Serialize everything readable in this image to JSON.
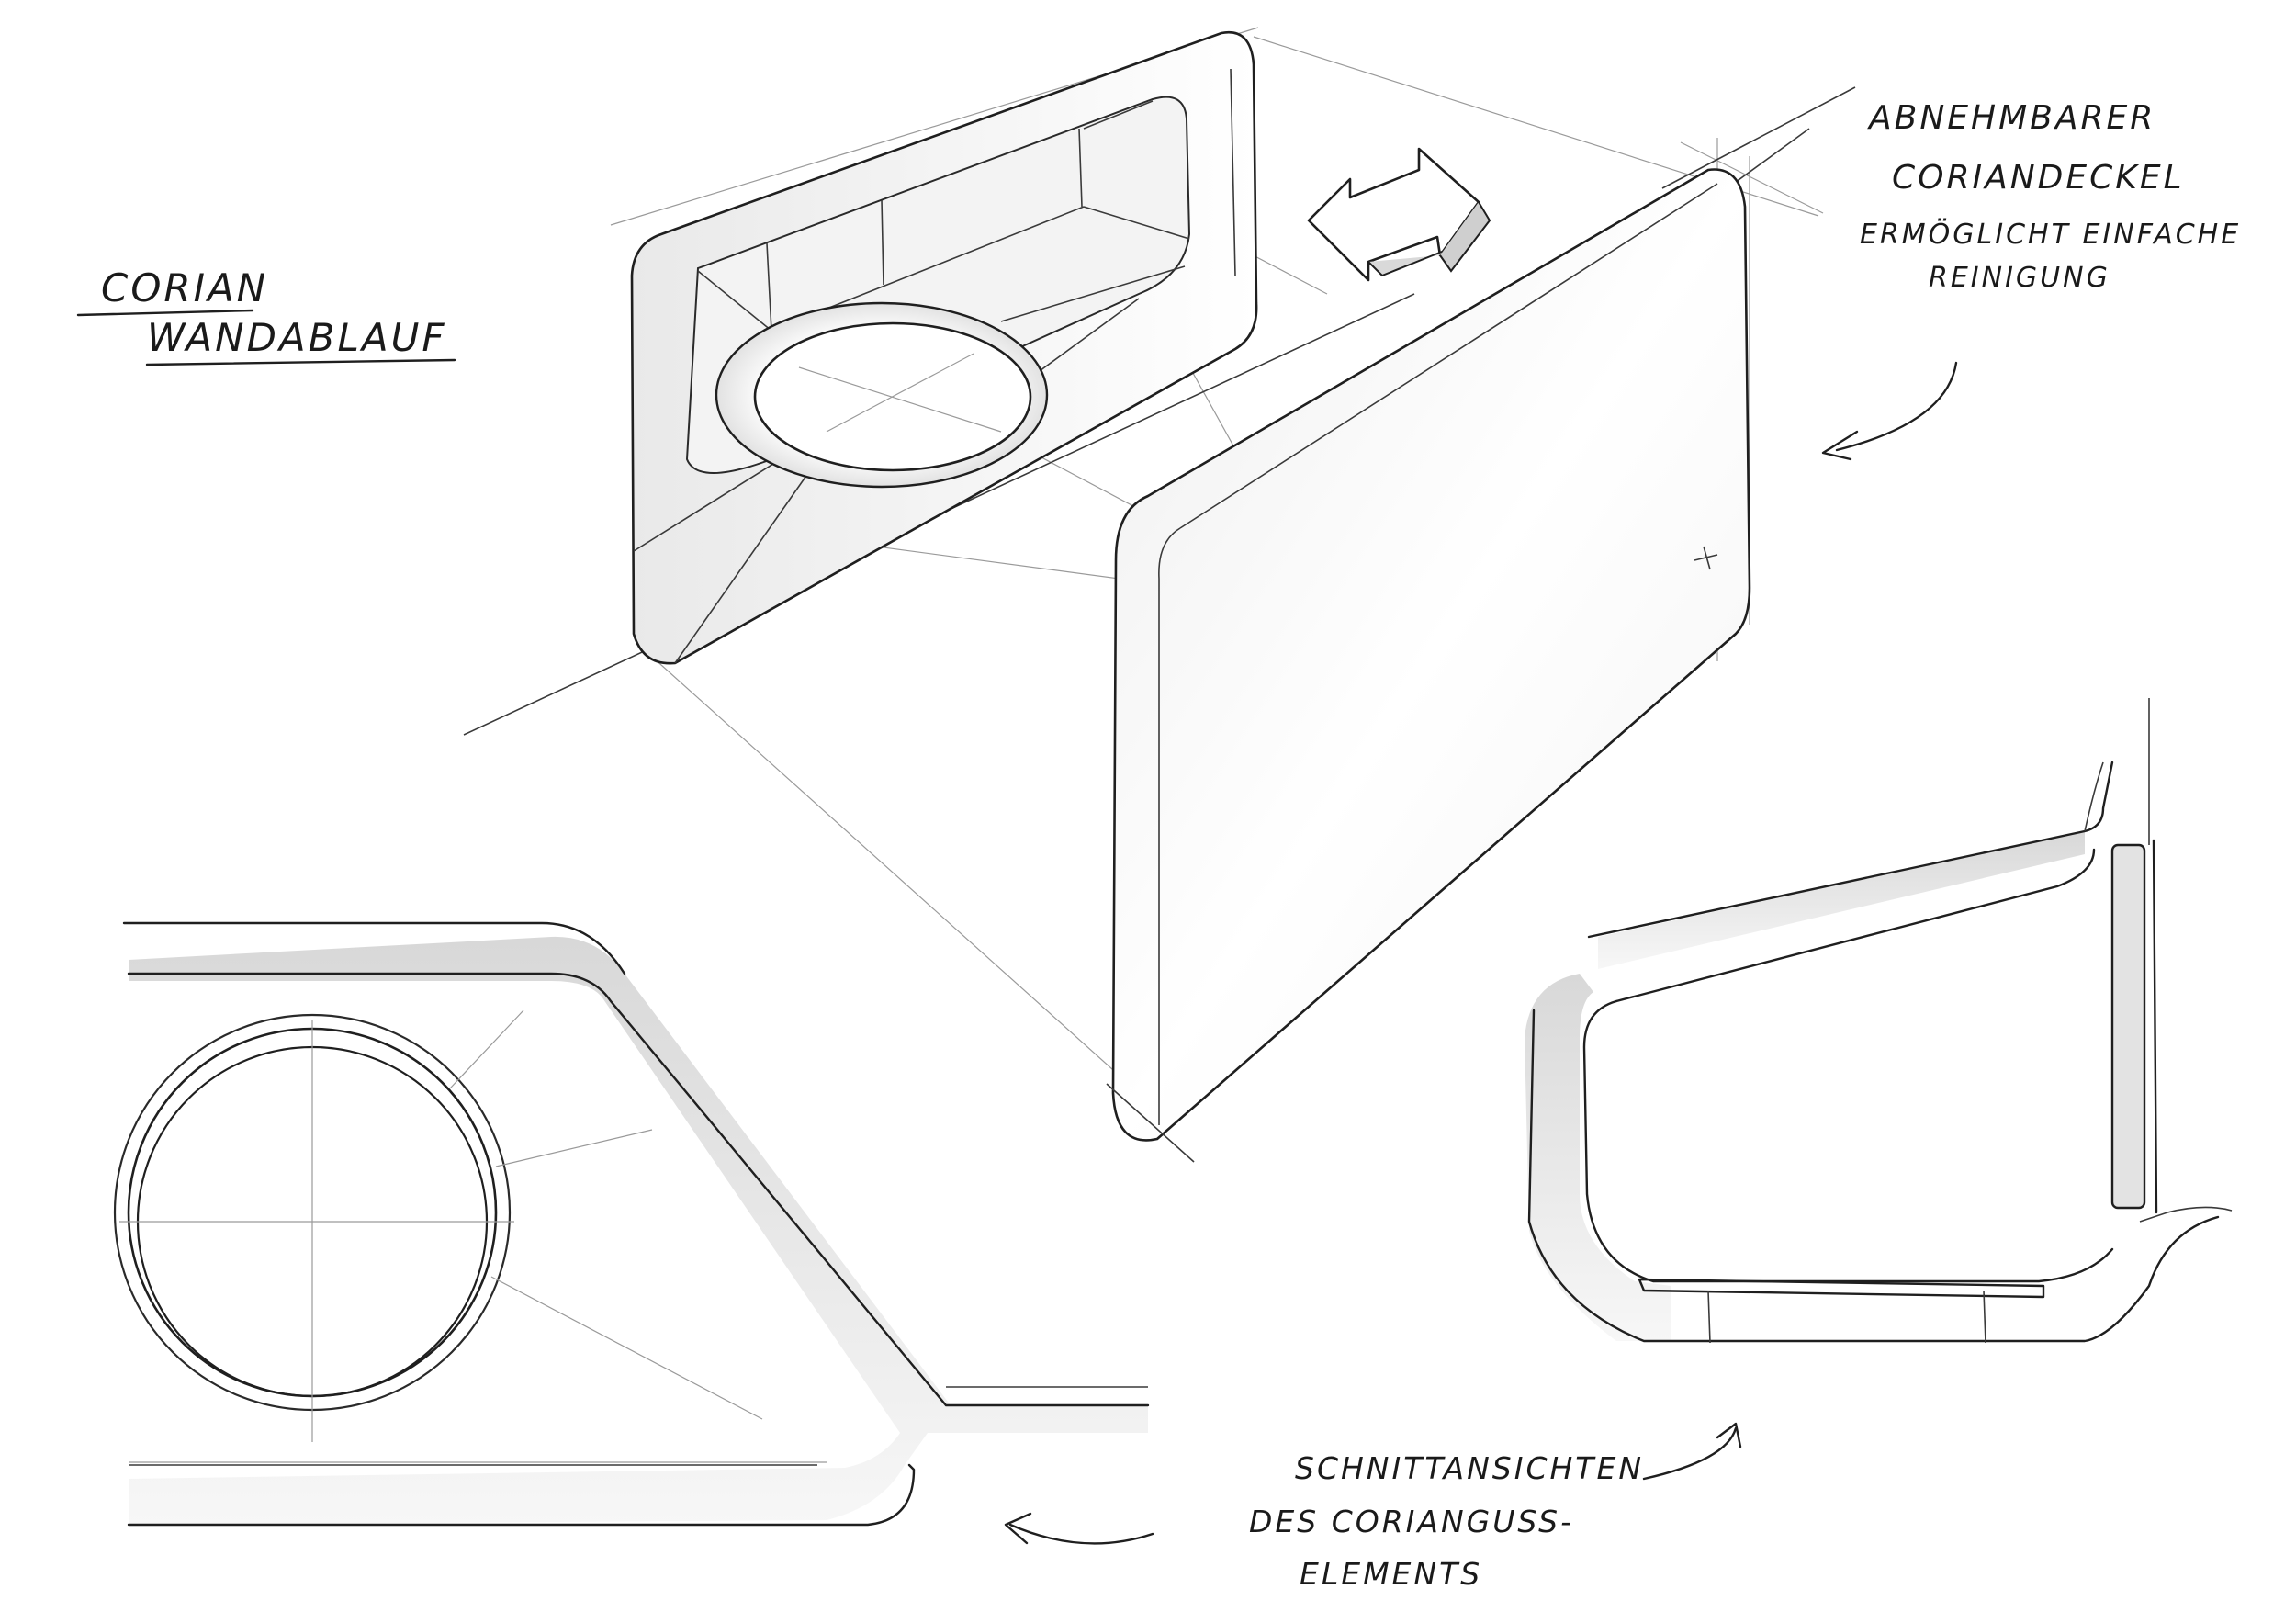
{
  "title": {
    "line1": "CORIAN",
    "line2": "WANDABLAUF"
  },
  "annotation_cover": {
    "line1": "ABNEHMBARER",
    "line2": "CORIANDECKEL",
    "line3": "ERMÖGLICHT EINFACHE",
    "line4": "REINIGUNG"
  },
  "annotation_sections": {
    "line1": "SCHNITTANSICHTEN",
    "line2": "DES CORIANGUSS-",
    "line3": "ELEMENTS"
  },
  "icons": [
    "double-arrow-icon",
    "curved-arrow-icon"
  ]
}
